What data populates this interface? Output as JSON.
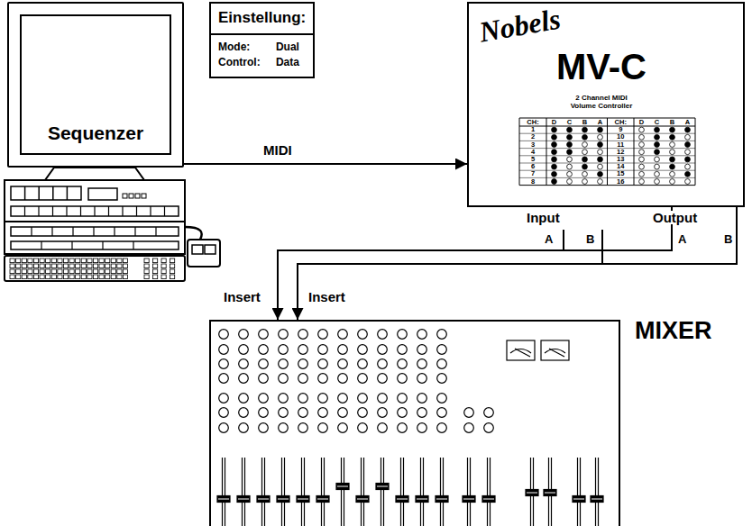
{
  "diagram": {
    "nodes": [
      {
        "text": [
          "Sequenzer"
        ]
      },
      {
        "text": [
          "Einstellung:",
          "Mode:",
          "Dual",
          "Control:",
          "Data"
        ]
      },
      {
        "text": [
          "Nobels",
          "MV-C",
          "2 Channel MIDI Volume Controller"
        ]
      },
      {
        "text": [
          "MIXER"
        ]
      }
    ],
    "edges": [
      {
        "from": 0,
        "to": 2,
        "arrow": "to",
        "label": "MIDI"
      },
      {
        "from": 2,
        "to": 3,
        "arrow": "to",
        "label": "Insert"
      },
      {
        "from": 2,
        "to": 3,
        "arrow": "to",
        "label": "Insert"
      }
    ],
    "labels": [
      "Input",
      "Output",
      "A",
      "B",
      "A",
      "B",
      "CH:",
      "D",
      "C",
      "B",
      "A",
      "CH:",
      "D",
      "C",
      "B",
      "A",
      "1",
      "9",
      "2",
      "10",
      "3",
      "11",
      "4",
      "12",
      "5",
      "13",
      "6",
      "14",
      "7",
      "15",
      "8",
      "16"
    ]
  }
}
